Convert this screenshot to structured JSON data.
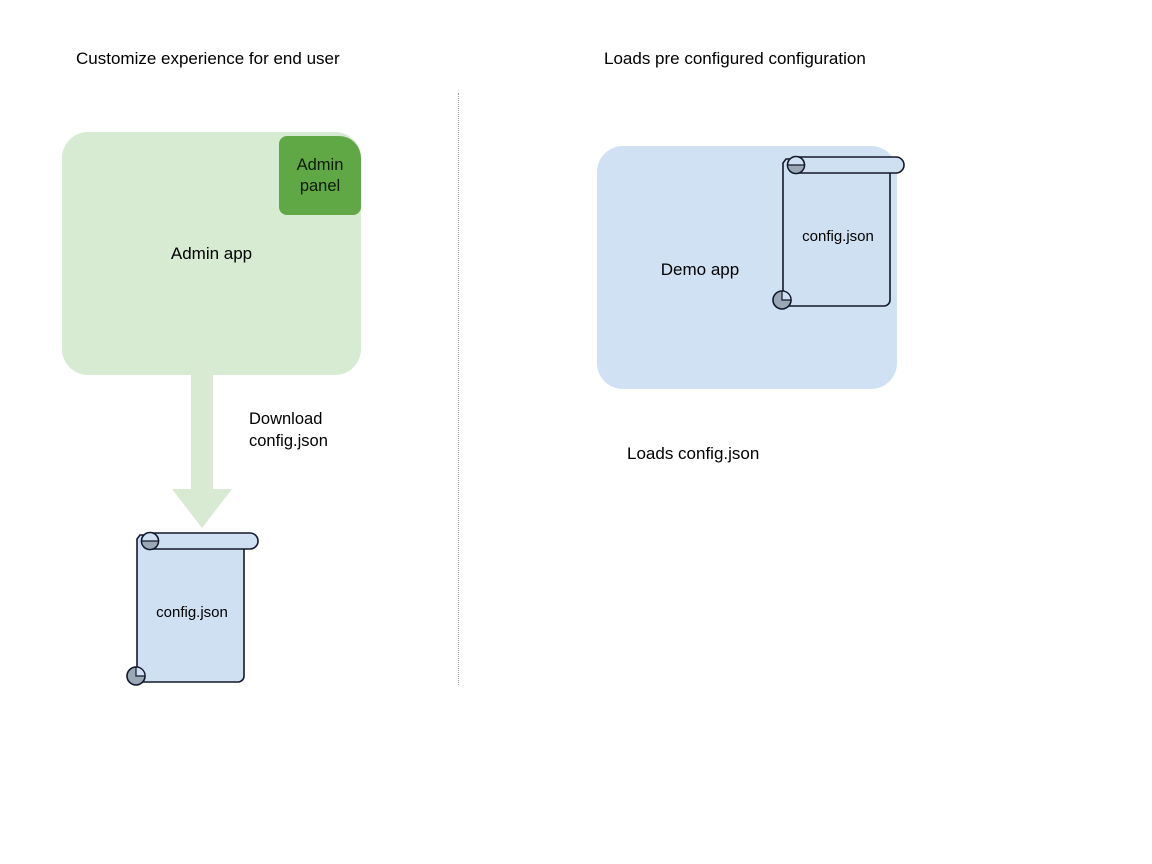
{
  "diagram": {
    "title_left": "Customize experience for end user",
    "title_right": "Loads pre configured configuration",
    "left_panel": {
      "app_box_label": "Admin app",
      "admin_panel_label": "Admin\npanel",
      "admin_panel_line1": "Admin",
      "admin_panel_line2": "panel",
      "arrow_label_line1": "Download",
      "arrow_label_line2": "config.json",
      "document_label": "config.json"
    },
    "right_panel": {
      "app_box_label": "Demo app",
      "document_label": "config.json",
      "footer_label": "Loads config.json"
    },
    "colors": {
      "admin_app_fill": "#d6ebd1",
      "admin_panel_fill": "#60a845",
      "demo_app_fill": "#d0e1f3",
      "document_fill": "#cfe0f2",
      "document_stroke": "#13182b",
      "document_curl_fill": "#9aa7b5",
      "arrow_fill": "#d9ead3",
      "divider_stroke": "#9a9aa4",
      "background": "#ffffff"
    }
  }
}
